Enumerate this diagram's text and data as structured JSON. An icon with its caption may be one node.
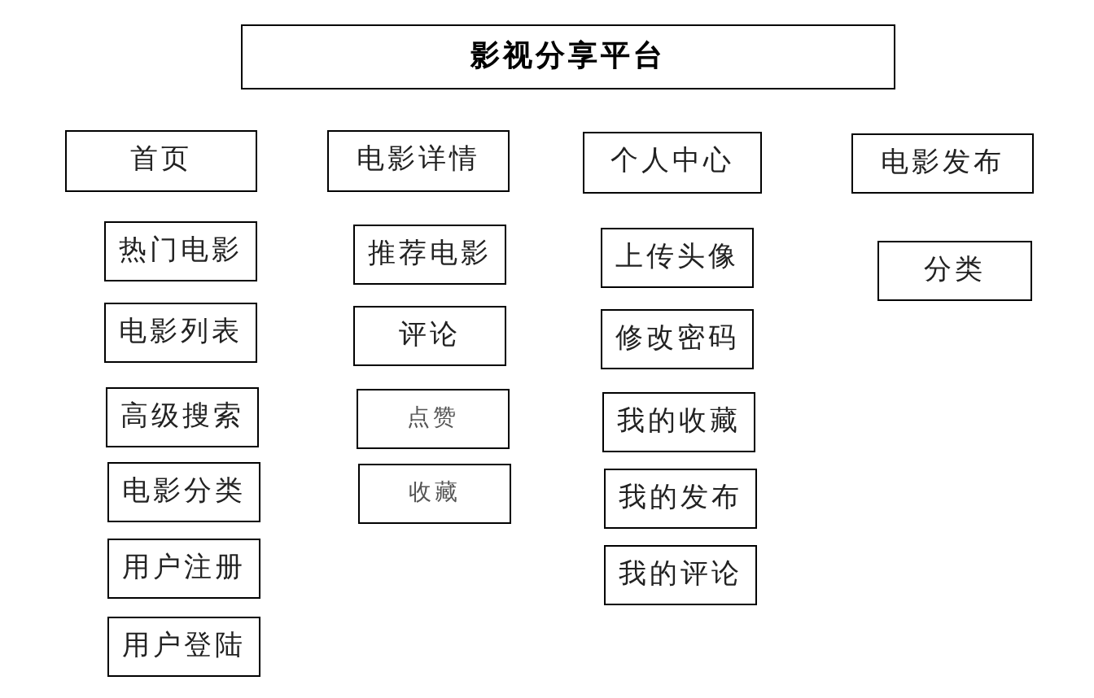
{
  "diagram": {
    "nodes": [
      {
        "text": [
          "影视分享平台"
        ]
      },
      {
        "text": [
          "首页"
        ]
      },
      {
        "text": [
          "电影详情"
        ]
      },
      {
        "text": [
          "个人中心"
        ]
      },
      {
        "text": [
          "电影发布"
        ]
      },
      {
        "text": [
          "热门电影"
        ]
      },
      {
        "text": [
          "电影列表"
        ]
      },
      {
        "text": [
          "高级搜索"
        ]
      },
      {
        "text": [
          "电影分类"
        ]
      },
      {
        "text": [
          "用户注册"
        ]
      },
      {
        "text": [
          "用户登陆"
        ]
      },
      {
        "text": [
          "推荐电影"
        ]
      },
      {
        "text": [
          "评论"
        ]
      },
      {
        "text": [
          "点赞"
        ]
      },
      {
        "text": [
          "收藏"
        ]
      },
      {
        "text": [
          "上传头像"
        ]
      },
      {
        "text": [
          "修改密码"
        ]
      },
      {
        "text": [
          "我的收藏"
        ]
      },
      {
        "text": [
          "我的发布"
        ]
      },
      {
        "text": [
          "我的评论"
        ]
      },
      {
        "text": [
          "分类"
        ]
      }
    ]
  }
}
